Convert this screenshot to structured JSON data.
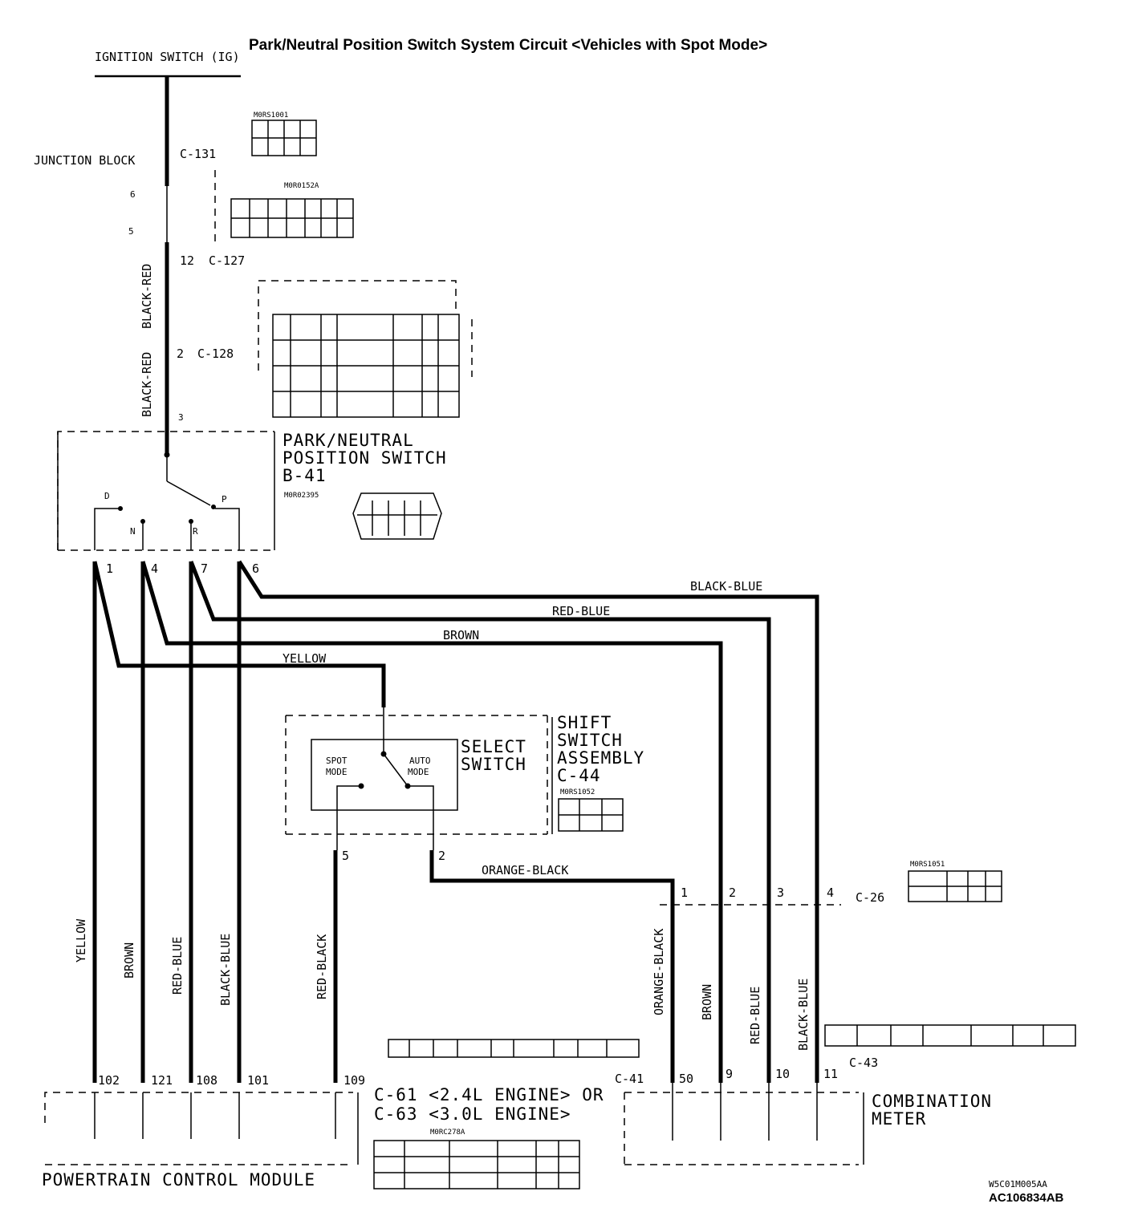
{
  "title": "Park/Neutral Position Switch System Circuit <Vehicles with Spot Mode>",
  "ignition_switch": "IGNITION SWITCH (IG)",
  "junction_block": "JUNCTION BLOCK",
  "junction_connector": "C-131",
  "junction_pins": {
    "a": "6",
    "b": "5"
  },
  "connector_c127": {
    "pin": "12",
    "label": "C-127"
  },
  "connector_c128": {
    "pin": "2",
    "label": "C-128"
  },
  "wire_black_red": "BLACK-RED",
  "pn_switch": {
    "line1": "PARK/NEUTRAL",
    "line2": "POSITION SWITCH",
    "connector": "B-41",
    "pos_d": "D",
    "pos_n": "N",
    "pos_r": "R",
    "pos_p": "P",
    "pin_top": "3",
    "pins": [
      "1",
      "4",
      "7",
      "6"
    ]
  },
  "wires_top": {
    "black_blue": "BLACK-BLUE",
    "red_blue": "RED-BLUE",
    "brown": "BROWN",
    "yellow": "YELLOW",
    "orange_black": "ORANGE-BLACK"
  },
  "select_switch": {
    "label_line1": "SELECT",
    "label_line2": "SWITCH",
    "spot_mode": [
      "SPOT",
      "MODE"
    ],
    "auto_mode": [
      "AUTO",
      "MODE"
    ],
    "assy_line1": "SHIFT",
    "assy_line2": "SWITCH",
    "assy_line3": "ASSEMBLY",
    "connector": "C-44",
    "pin_left": "5",
    "pin_right": "2"
  },
  "c26": {
    "label": "C-26",
    "pins": [
      "1",
      "2",
      "3",
      "4"
    ]
  },
  "vertical_wires": {
    "yellow": "YELLOW",
    "brown": "BROWN",
    "red_blue": "RED-BLUE",
    "black_blue": "BLACK-BLUE",
    "red_black": "RED-BLACK",
    "orange_black": "ORANGE-BLACK",
    "brown_right": "BROWN",
    "red_blue_right": "RED-BLUE",
    "black_blue_right": "BLACK-BLUE"
  },
  "pcm": {
    "label": "POWERTRAIN CONTROL MODULE",
    "pins": [
      "102",
      "121",
      "108",
      "101",
      "109"
    ],
    "connector_line1": "C-61 <2.4L ENGINE> OR",
    "connector_line2": "C-63 <3.0L ENGINE>",
    "code": "M0RC278A"
  },
  "meter": {
    "label_line1": "COMBINATION",
    "label_line2": "METER",
    "connector": "C-41",
    "connector2": "C-43",
    "pins": [
      "50",
      "9",
      "10",
      "11"
    ]
  },
  "connector_codes": {
    "c131": "M0RS1001",
    "c127": "M0R0152A",
    "b41": "M0R02395",
    "c44": "M0RS1052",
    "c26": "M0RS1051"
  },
  "footer": {
    "code1": "W5C01M005AA",
    "code2": "AC106834AB"
  }
}
